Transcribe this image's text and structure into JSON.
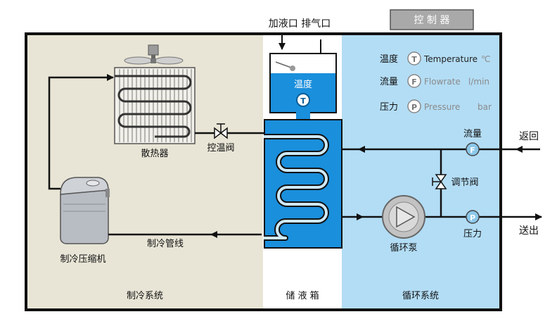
{
  "labels": {
    "controller": "控 制 器",
    "fill_vent": "加液口 排气口",
    "radiator": "散热器",
    "temp_valve": "控温阀",
    "compressor": "制冷压缩机",
    "refrig_pipe": "制冷管线",
    "refrig_system": "制冷系统",
    "tank": "储 液 箱",
    "circ_system": "循环系统",
    "tank_temp": "温度",
    "pump": "循环泵",
    "regulating_valve": "调节阀",
    "flow": "流量",
    "pressure": "压力",
    "return": "返回",
    "outlet": "送出"
  },
  "legend": [
    {
      "zh": "温度",
      "letter": "T",
      "en": "Temperature",
      "unit": "℃"
    },
    {
      "zh": "流量",
      "letter": "F",
      "en": "Flowrate",
      "unit": "l/min"
    },
    {
      "zh": "压力",
      "letter": "P",
      "en": "Pressure",
      "unit": "bar"
    }
  ],
  "gauges": {
    "tank": "T",
    "flow": "F",
    "pressure": "P"
  },
  "colors": {
    "refrig_bg": "#e8e5d6",
    "circ_bg": "#b3ddf5",
    "tank_blue": "#1a8fdc",
    "pipe": "#111111",
    "gauge": "#8cc8ea"
  }
}
